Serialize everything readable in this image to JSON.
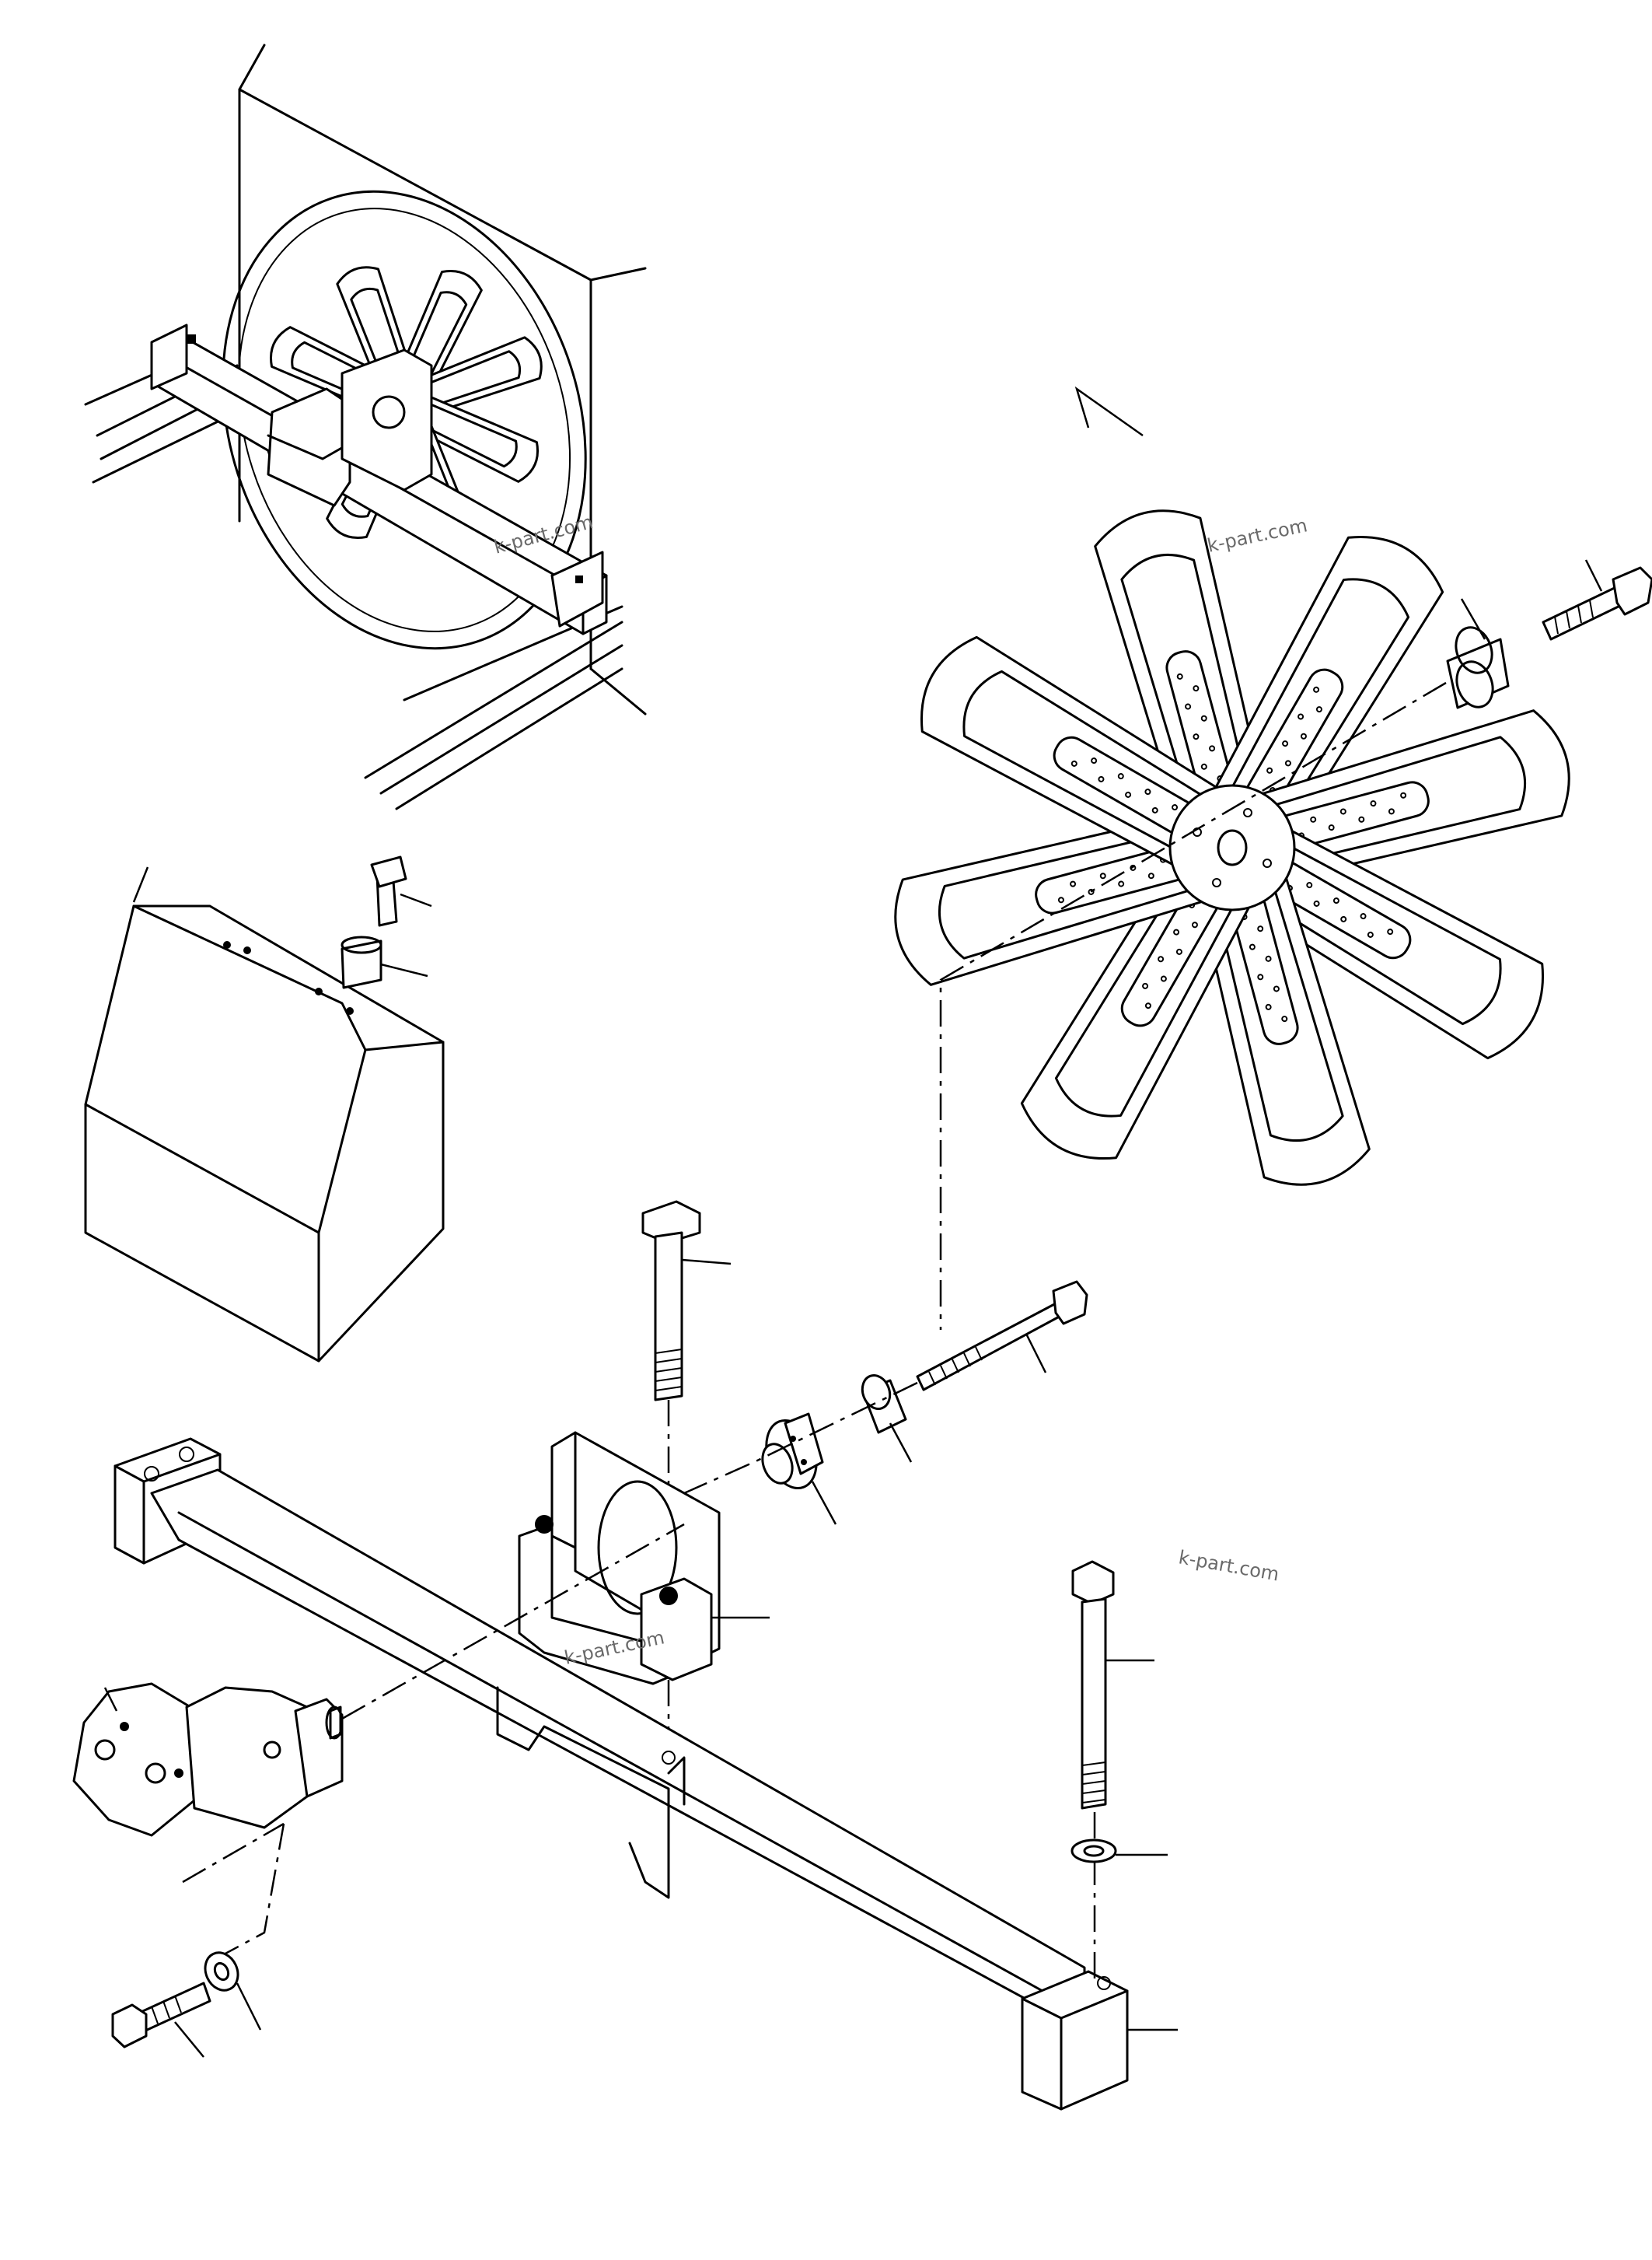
{
  "watermarks": [
    "k-part.com",
    "k-part.com",
    "k-part.com",
    "k-part.com"
  ],
  "colors": {
    "line": "#000000",
    "background": "#ffffff",
    "watermark": "#6a6a6a"
  },
  "parts": [
    "installed-view-fan-assembly",
    "fan-blade-assembly",
    "spacer",
    "fan-bolt",
    "motor-cover",
    "cover-bolt",
    "cover-spacer",
    "long-bolt",
    "support-bracket",
    "flange-hub",
    "bushing",
    "through-bolt",
    "support-beam",
    "hydraulic-motor",
    "motor-bolt",
    "motor-washer",
    "beam-bolt",
    "beam-washer"
  ]
}
